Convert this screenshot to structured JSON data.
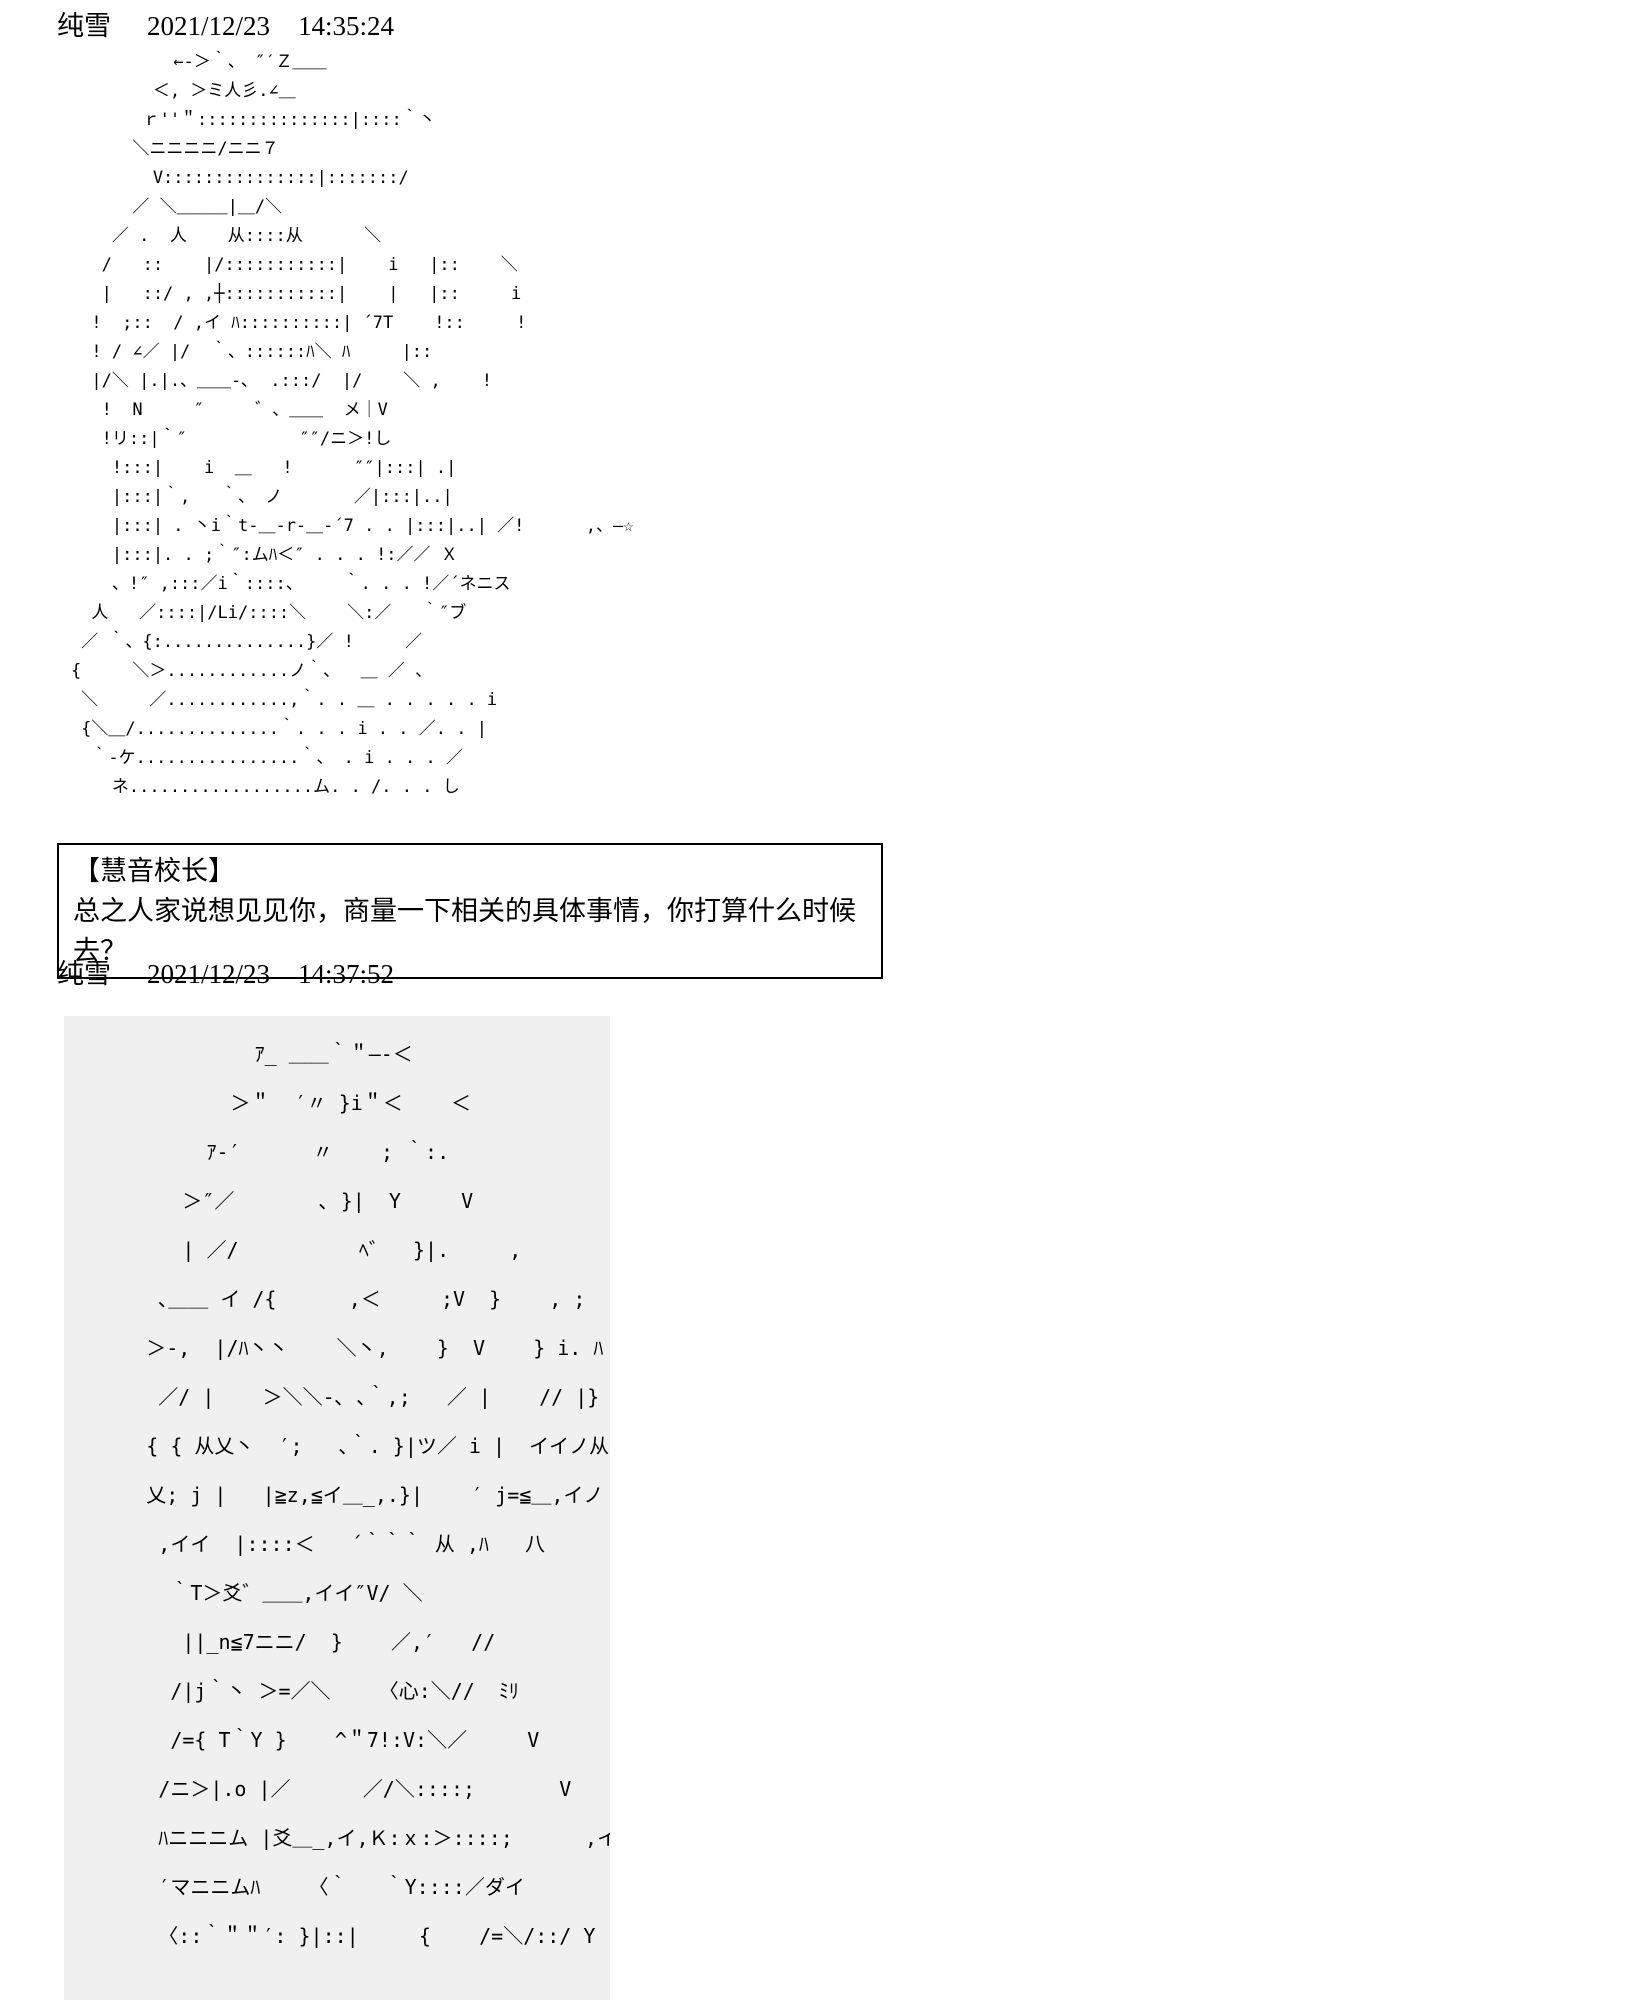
{
  "page": {
    "background": "#ffffff",
    "text_color": "#000000",
    "aa_panel_background": "#f0f0f0",
    "dialogue_border_color": "#000000"
  },
  "posts": [
    {
      "author": "纯雪",
      "date": "2021/12/23",
      "time": "14:35:24",
      "ascii_art": [
        "              ←-＞｀、 ″′Ｚ＿＿",
        "            ＜, ＞ミ人彡.∠＿",
        "           ｒ''＂:::::::::::::::|::::｀丶",
        "          ＼ニニニニ/ニニ７",
        "            V:::::::::::::::|:::::::/",
        "          ／ ＼＿＿＿|＿/＼",
        "        ／ .  人    从::::从      ＼",
        "       /   ::    |/:::::::::::|    i   |::    ＼",
        "       |   ::/ , ,┼:::::::::::|    |   |::     i",
        "      !  ;::  / ,イ ﾊ::::::::::| ´7T    !::     !",
        "      ! / ∠／ |/  ｀、::::::ﾊ＼ ﾊ     |::",
        "      |/＼ |.|.、＿＿-､  .:::/  |/    ＼ ,    !",
        "       !  N     ″     ゛、＿＿  メ｜V",
        "       !リ::|｀″           ″″/ニ＞!し",
        "        !:::|    i  ＿   !      ″″|:::| .|",
        "        |:::|｀,   ｀、 ノ       ／|:::|..|",
        "        |:::| . 丶i｀t-＿-r-＿-´7 . . |:::|..| ／!      ,、—☆",
        "        |:::|. . ;｀″:ムﾊ＜″ . . . !:／／ Ｘ",
        "        、!″ ,:::／i｀::::、    ｀. . . !／´ネニス",
        "      人   ／::::|/Li/::::＼    ＼:／   ｀″ブ",
        "     ／ ｀、{:..............}／ !     ／",
        "    {     ＼＞............ノ｀、  ＿ ／ 、",
        "     ＼     ／............,｀. . ＿ . . . . . i",
        "     {＼＿/..............｀. . . i . . ／. . |",
        "      ｀-ケ................｀、 . i . . . ／",
        "        ネ..................ム. . /. . . し"
      ],
      "dialogue": {
        "speaker": "【慧音校长】",
        "text": "总之人家说想见见你，商量一下相关的具体事情，你打算什么时候去？"
      }
    },
    {
      "author": "纯雪",
      "date": "2021/12/23",
      "time": "14:37:52",
      "ascii_art": [
        "               ｱ_ ＿＿｀＂—-＜",
        "             ＞＂  ′〃 }i＂＜    ＜",
        "           ｱ-′      〃    ; ｀:.",
        "         ＞″／       ､ }|  Y     V",
        "         | ／/          ﾍ゛  }|.     ,",
        "       ､＿＿ イ /{      ,＜     ;V  }    , ;",
        "      ＞-,  |/ﾊ丶丶    ＼丶,    }  V    } i. ﾊ",
        "       ／/ |    ＞＼＼-､ ､｀,;   ／ |    // |}",
        "      { { 从乂丶  ′;   ､｀. }|ツ／ i |  イイノ从",
        "      乂; j |   |≧z,≦イ＿_,.}|    ′ j=≦＿,イノ",
        "       ,イイ  |::::＜   ´｀｀｀ 从 ,ﾊ   八",
        "        ｀T＞爻゛＿＿,イイ″V/ ＼",
        "         ||_n≦7ニニ/  }    ／,′   //",
        "        /|j｀丶 ＞=／＼    〈心:＼//  ﾐﾘ",
        "        /={ T｀Y }    ^＂7!:V:＼／     V",
        "       /ニ＞|.o |／      ／/＼::::;       V",
        "       ﾊニニニム |爻＿_,イ,Ｋ:ｘ:＞::::;      ,イ",
        "       ′マニニムﾊ    〈｀   ｀Y::::／ダイ",
        "       〈::｀＂＂′: }|::|     {    /=＼/::/ Y"
      ]
    }
  ]
}
